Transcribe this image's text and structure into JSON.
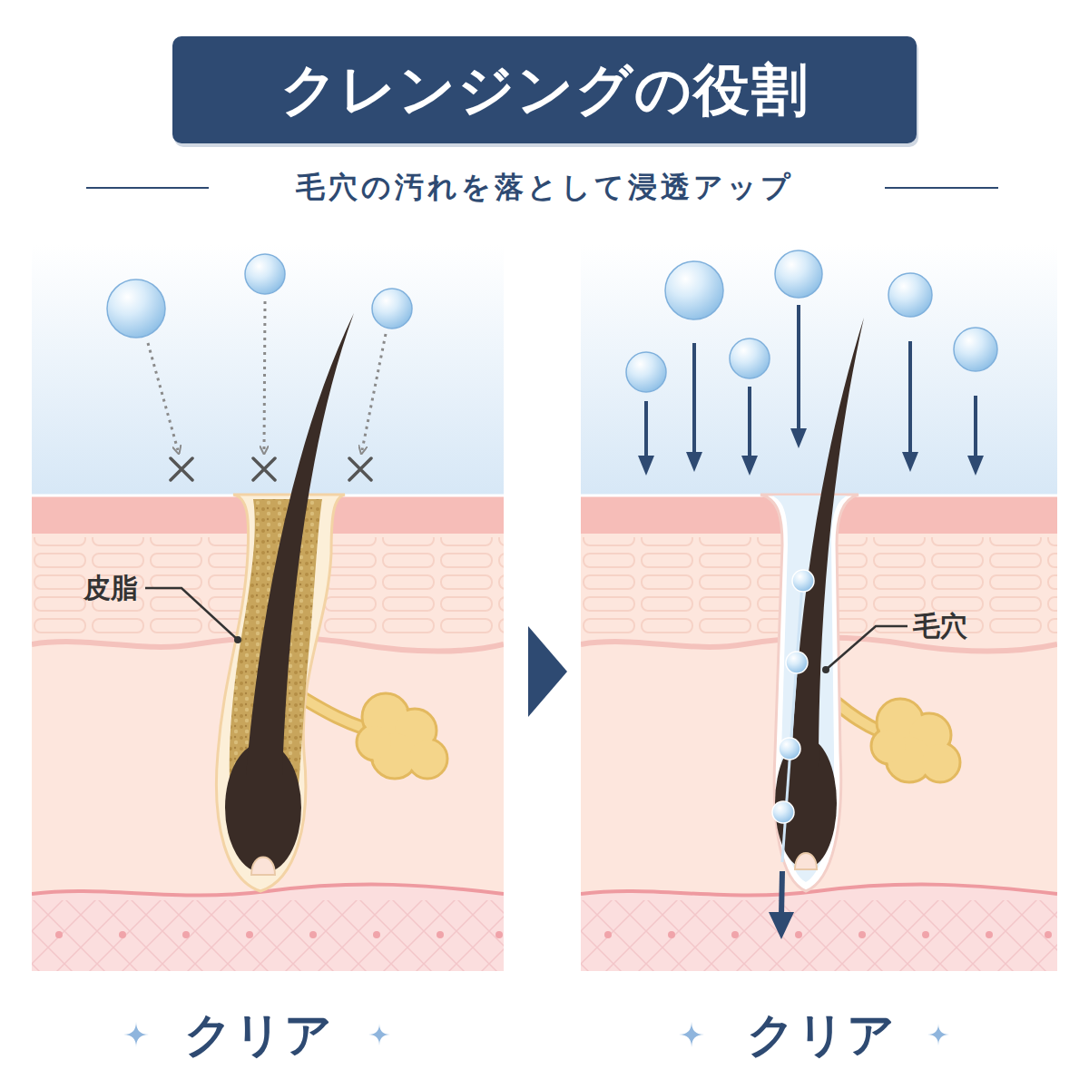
{
  "diagram": {
    "title": "クレンジングの役割",
    "labels": [
      "毛穴の汚れを落として浸透アップ",
      "皮脂",
      "毛穴",
      "クリア",
      "クリア"
    ]
  }
}
